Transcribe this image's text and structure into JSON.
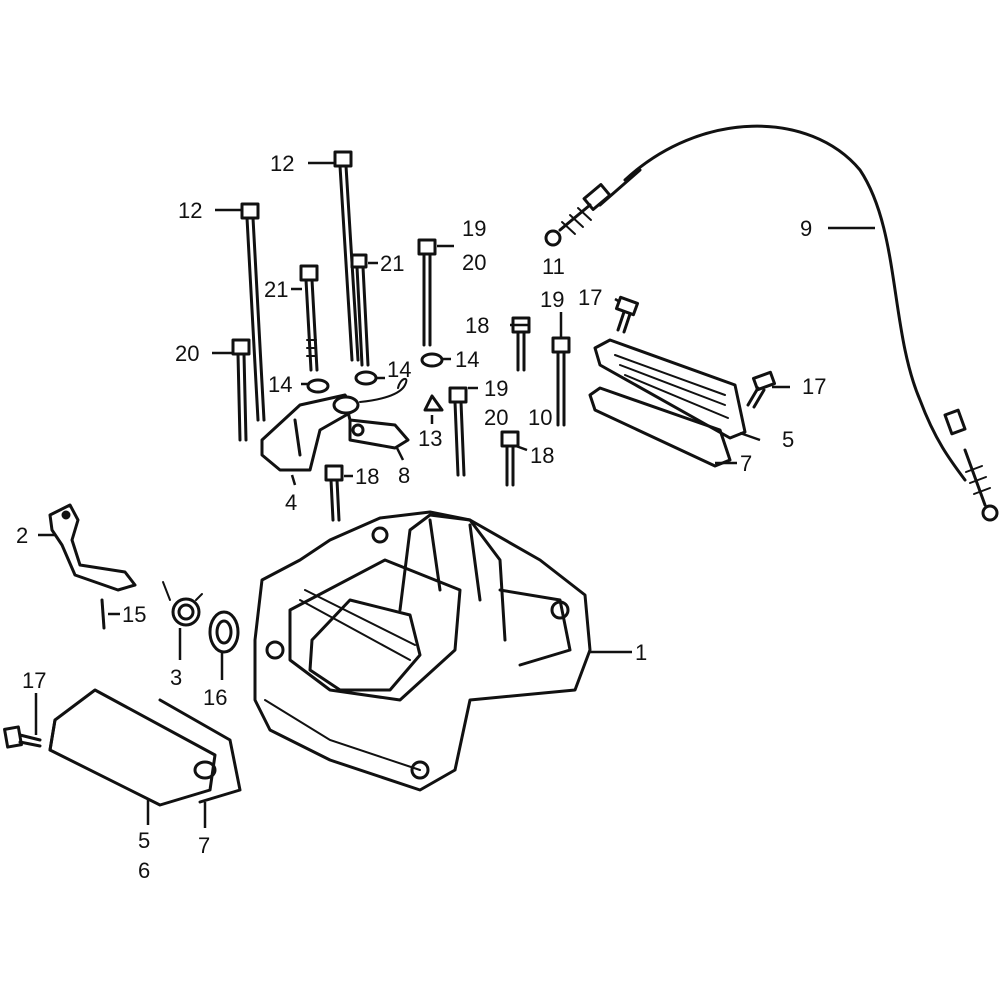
{
  "callouts": [
    {
      "id": "c-1",
      "text": "1"
    },
    {
      "id": "c-2",
      "text": "2"
    },
    {
      "id": "c-3",
      "text": "3"
    },
    {
      "id": "c-4",
      "text": "4"
    },
    {
      "id": "c-5a",
      "text": "5"
    },
    {
      "id": "c-5b",
      "text": "5"
    },
    {
      "id": "c-6",
      "text": "6"
    },
    {
      "id": "c-7a",
      "text": "7"
    },
    {
      "id": "c-7b",
      "text": "7"
    },
    {
      "id": "c-8",
      "text": "8"
    },
    {
      "id": "c-9",
      "text": "9"
    },
    {
      "id": "c-10",
      "text": "10"
    },
    {
      "id": "c-11",
      "text": "11"
    },
    {
      "id": "c-12a",
      "text": "12"
    },
    {
      "id": "c-12b",
      "text": "12"
    },
    {
      "id": "c-13",
      "text": "13"
    },
    {
      "id": "c-14a",
      "text": "14"
    },
    {
      "id": "c-14b",
      "text": "14"
    },
    {
      "id": "c-14c",
      "text": "14"
    },
    {
      "id": "c-15",
      "text": "15"
    },
    {
      "id": "c-16",
      "text": "16"
    },
    {
      "id": "c-17a",
      "text": "17"
    },
    {
      "id": "c-17b",
      "text": "17"
    },
    {
      "id": "c-17c",
      "text": "17"
    },
    {
      "id": "c-18a",
      "text": "18"
    },
    {
      "id": "c-18b",
      "text": "18"
    },
    {
      "id": "c-18c",
      "text": "18"
    },
    {
      "id": "c-19a",
      "text": "19"
    },
    {
      "id": "c-19b",
      "text": "19"
    },
    {
      "id": "c-19c",
      "text": "19"
    },
    {
      "id": "c-20a",
      "text": "20"
    },
    {
      "id": "c-20b",
      "text": "20"
    },
    {
      "id": "c-20c",
      "text": "20"
    },
    {
      "id": "c-21a",
      "text": "21"
    },
    {
      "id": "c-21b",
      "text": "21"
    }
  ]
}
